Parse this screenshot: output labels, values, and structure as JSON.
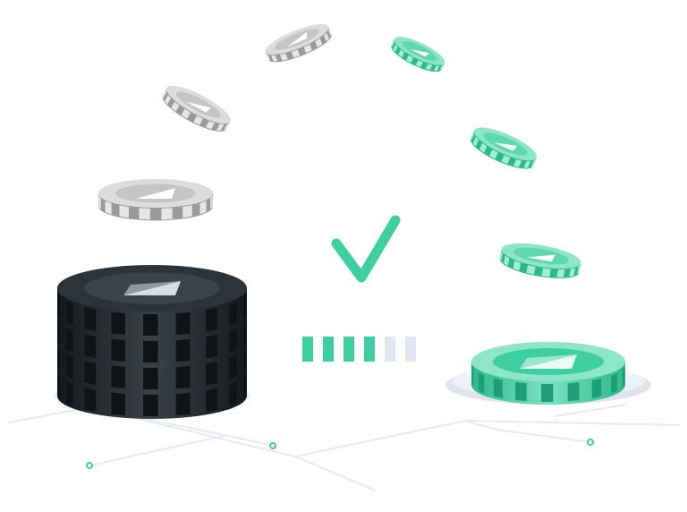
{
  "colors": {
    "background": "#ffffff",
    "accent_green": "#3ecfa0",
    "accent_green_dark": "#1f8f6f",
    "accent_green_light": "#8de6c8",
    "chip_dark": "#1e2429",
    "chip_dark_face": "#2c343a",
    "chip_grey": "#bcbcbc",
    "chip_grey_dark": "#9a9a9a",
    "progress_empty": "#e1e6ef",
    "circuit_line": "#e6ebf3",
    "circuit_node": "#3ecfa0",
    "shadow": "#dfe4f0"
  },
  "icons": {
    "status": "checkmark-icon",
    "chip_logo": "triangle-logo-icon"
  },
  "progress": {
    "segments_total": 6,
    "segments_filled": 4
  },
  "source_stack": {
    "chip_count": 4
  },
  "target_stack": {
    "chip_count": 1
  }
}
